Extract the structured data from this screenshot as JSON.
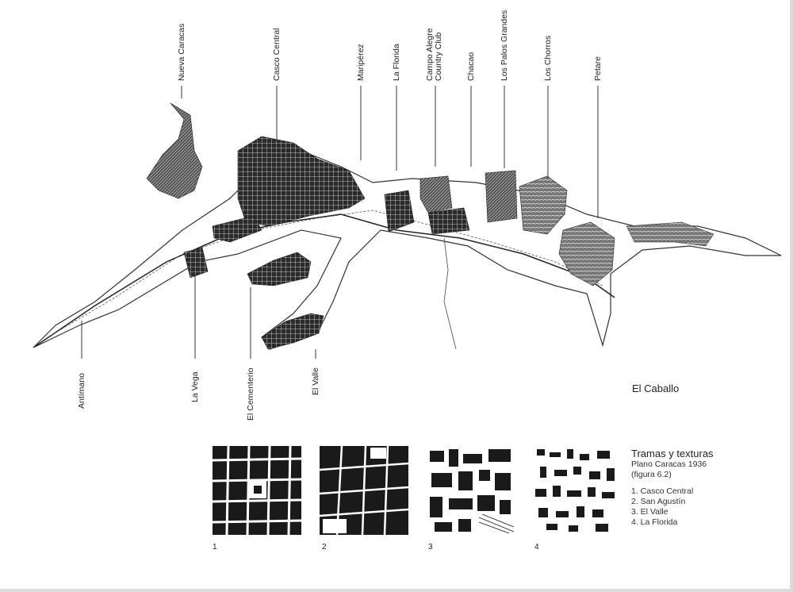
{
  "map": {
    "top_labels": [
      {
        "id": "nueva-caracas",
        "text": "Nueva Caracas"
      },
      {
        "id": "casco-central",
        "text": "Casco Central"
      },
      {
        "id": "mariperez",
        "text": "Maripérez"
      },
      {
        "id": "la-florida",
        "text": "La Florida"
      },
      {
        "id": "campo-alegre",
        "text": "Campo Alegre\nCountry Club"
      },
      {
        "id": "chacao",
        "text": "Chacao"
      },
      {
        "id": "los-palos-grandes",
        "text": "Los Palos Grandes"
      },
      {
        "id": "los-chorros",
        "text": "Los Chorros"
      },
      {
        "id": "petare",
        "text": "Petare"
      }
    ],
    "bottom_labels": [
      {
        "id": "antimano",
        "text": "Antímano"
      },
      {
        "id": "la-vega",
        "text": "La Vega"
      },
      {
        "id": "el-cementerio",
        "text": "El Cementerio"
      },
      {
        "id": "el-valle",
        "text": "El Valle"
      }
    ],
    "el_caballo": "El Caballo"
  },
  "thumbnails": [
    "1",
    "2",
    "3",
    "4"
  ],
  "legend": {
    "title": "Tramas  y texturas",
    "subtitle_1": "Plano Caracas 1936",
    "subtitle_2": "(figura 6.2)",
    "items": [
      "1. Casco Central",
      "2. San Agustín",
      "3. El Valle",
      "4. La Florida"
    ]
  },
  "colors": {
    "ink": "#1a1a1a",
    "paper": "#ffffff",
    "grid_fill": "#2a2a2a"
  }
}
